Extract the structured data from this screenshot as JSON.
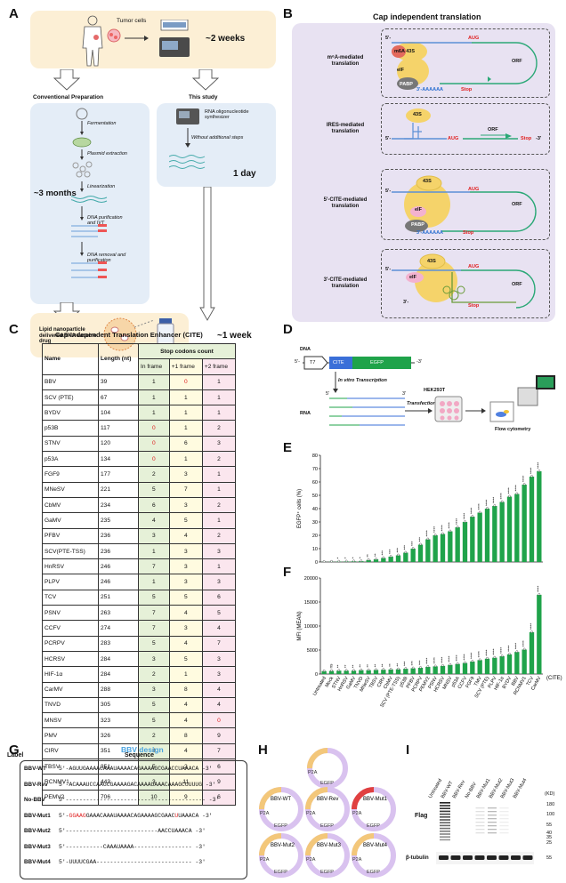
{
  "panel_labels": {
    "A": "A",
    "B": "B",
    "C": "C",
    "D": "D",
    "E": "E",
    "F": "F",
    "G": "G",
    "H": "H",
    "I": "I"
  },
  "panelA": {
    "tumor_cells": "Tumor cells",
    "two_weeks": "~2 weeks",
    "conventional": "Conventional Preparation",
    "this_study": "This study",
    "steps": [
      "Fermentation",
      "Plasmid extraction",
      "Linearization",
      "DNA purification and IVT",
      "DNA removal and purification"
    ],
    "three_months": "~3 months",
    "synth": "RNA oligonucleotide synthesizer",
    "no_steps": "Without additional steps",
    "one_day": "1 day",
    "lnp": "Lipid nanoparticle delivered RNA vaccine drug",
    "one_week": "~1 week"
  },
  "panelB": {
    "title": "Cap independent translation",
    "rows": [
      {
        "label": "m⁶A-mediated translation",
        "m6a": "m6A 43S"
      },
      {
        "label": "IRES-mediated translation"
      },
      {
        "label": "5'-CITE-mediated translation"
      },
      {
        "label": "3'-CITE-mediated translation"
      }
    ],
    "tags": {
      "aug": "AUG",
      "stop": "Stop",
      "orf": "ORF",
      "s43": "43S",
      "eif": "eIF",
      "pabp": "PABP",
      "five": "5'-",
      "three_a": "3'-AAAAAA",
      "three": "3'-",
      "end3": "-3'"
    }
  },
  "panelC": {
    "title": "Cap-Independent Translation Enhancer (CITE)",
    "headers": {
      "name": "Name",
      "length": "Length (nt)",
      "stop": "Stop codons count",
      "in": "In frame",
      "p1": "+1 frame",
      "p2": "+2 frame"
    },
    "rows": [
      [
        "BBV",
        "39",
        "1",
        "0",
        "1"
      ],
      [
        "SCV (PTE)",
        "67",
        "1",
        "1",
        "1"
      ],
      [
        "BYDV",
        "104",
        "1",
        "1",
        "1"
      ],
      [
        "p53B",
        "117",
        "0",
        "1",
        "2"
      ],
      [
        "STNV",
        "120",
        "0",
        "6",
        "3"
      ],
      [
        "p53A",
        "134",
        "0",
        "1",
        "2"
      ],
      [
        "FGF9",
        "177",
        "2",
        "3",
        "1"
      ],
      [
        "MNeSV",
        "221",
        "5",
        "7",
        "1"
      ],
      [
        "CbMV",
        "234",
        "6",
        "3",
        "2"
      ],
      [
        "GaMV",
        "235",
        "4",
        "5",
        "1"
      ],
      [
        "PFBV",
        "236",
        "3",
        "4",
        "2"
      ],
      [
        "SCV(PTE-TSS)",
        "236",
        "1",
        "3",
        "3"
      ],
      [
        "HnRSV",
        "246",
        "7",
        "3",
        "1"
      ],
      [
        "PLPV",
        "246",
        "1",
        "3",
        "3"
      ],
      [
        "TCV",
        "251",
        "5",
        "5",
        "6"
      ],
      [
        "PSNV",
        "263",
        "7",
        "4",
        "5"
      ],
      [
        "CCFV",
        "274",
        "7",
        "3",
        "4"
      ],
      [
        "PCRPV",
        "283",
        "5",
        "4",
        "7"
      ],
      [
        "HCRSV",
        "284",
        "3",
        "5",
        "3"
      ],
      [
        "HIF-1α",
        "284",
        "2",
        "1",
        "3"
      ],
      [
        "CarMV",
        "288",
        "3",
        "8",
        "4"
      ],
      [
        "TNVD",
        "305",
        "5",
        "4",
        "4"
      ],
      [
        "MNSV",
        "323",
        "5",
        "4",
        "0"
      ],
      [
        "PMV",
        "326",
        "2",
        "8",
        "9"
      ],
      [
        "CIRV",
        "351",
        "8",
        "4",
        "7"
      ],
      [
        "TBSV",
        "351",
        "5",
        "2",
        "6"
      ],
      [
        "RCNMV1",
        "443",
        "3",
        "11",
        "9"
      ],
      [
        "PEMV2",
        "706",
        "10",
        "9",
        "6"
      ]
    ]
  },
  "panelD": {
    "dna": "DNA",
    "t7": "T7",
    "cite": "CITE",
    "egfp": "EGFP",
    "ivt": "In vitro Transcription",
    "rna": "RNA",
    "transfection": "Transfection",
    "hek": "HEK293T",
    "flow": "Flow cytometry",
    "five": "5'-",
    "three": "-3'",
    "five_rna": "5'",
    "three_rna": "3'"
  },
  "chart_data": [
    {
      "type": "bar",
      "ylabel": "EGFP⁺ cells (%)",
      "ylim": [
        0,
        80
      ],
      "yticks": [
        0,
        10,
        20,
        30,
        40,
        50,
        60,
        70,
        80
      ],
      "sig": [
        "",
        "",
        "*",
        "*",
        "*",
        "*",
        "**",
        "**",
        "***",
        "***",
        "***",
        "***",
        "***",
        "***",
        "****",
        "****",
        "****",
        "****",
        "****",
        "****",
        "****",
        "****",
        "****",
        "****",
        "****",
        "****",
        "****",
        "****",
        "****",
        "****"
      ],
      "values": [
        0.1,
        0.2,
        0.3,
        0.4,
        0.5,
        0.6,
        1.5,
        2,
        3,
        4,
        5,
        7,
        10,
        13,
        17,
        20,
        21,
        23,
        26,
        30,
        34,
        37,
        40,
        42,
        45,
        49,
        51,
        58,
        64,
        68
      ]
    },
    {
      "type": "bar",
      "ylabel": "MFI (MEAN)",
      "ylim": [
        0,
        20000
      ],
      "yticks": [
        0,
        5000,
        10000,
        15000,
        20000
      ],
      "categories": [
        "Untreated",
        "Mock",
        "STNV",
        "HnRSV",
        "GaMV",
        "TNVD",
        "MNeSV",
        "TBSV",
        "CIRV",
        "CbMV",
        "SCV (PTE-TSS)",
        "p53B",
        "PFBV",
        "PCRPV",
        "PEMV2",
        "PSNV",
        "HCRSV",
        "MNSV",
        "p53A",
        "CCFV",
        "FGF9",
        "TMV",
        "SCV (PTE)",
        "PLPV",
        "HIF-1α",
        "BYDV",
        "BBV",
        "RCNMV1",
        "TCV",
        "CarMV"
      ],
      "sig": [
        "",
        "ns",
        "**",
        "**",
        "**",
        "**",
        "**",
        "**",
        "**",
        "**",
        "**",
        "***",
        "***",
        "***",
        "****",
        "****",
        "****",
        "****",
        "****",
        "****",
        "****",
        "****",
        "****",
        "****",
        "****",
        "****",
        "****",
        "****",
        "****",
        "****"
      ],
      "values": [
        600,
        650,
        700,
        700,
        700,
        800,
        800,
        850,
        900,
        950,
        1000,
        1100,
        1200,
        1300,
        1500,
        1600,
        1700,
        1900,
        2100,
        2300,
        2600,
        2900,
        3200,
        3400,
        3700,
        4100,
        4600,
        5100,
        8700,
        16500
      ],
      "xlabel_suffix": "(CITE)"
    }
  ],
  "panelG": {
    "title": "BBV design",
    "label_h": "Label",
    "seq_h": "Sequence",
    "rows": [
      {
        "label": "BBV-WT",
        "parts": [
          "5'-AGUUGAAAACAAAUAAAACAGAAAAGCGAACCUAAACA -3'"
        ]
      },
      {
        "label": "BBV-Rev",
        "parts": [
          "5'-ACAAAUCCAAGCGAAAAGACAAAAUAAACAAAGCUUUUG -3'"
        ]
      },
      {
        "label": "No-BBV",
        "parts": [
          "5'----------------------------------------- -3'"
        ]
      },
      {
        "label": "BBV-Mut1",
        "parts": [
          "5'-",
          "GGAAG",
          "GAAACAAAUAAAACAGAAAAGCGAAC",
          "U",
          "UAAACA -3'"
        ]
      },
      {
        "label": "BBV-Mut2",
        "parts": [
          "5'---------------------------AACCUAAACA -3'"
        ]
      },
      {
        "label": "BBV-Mut3",
        "parts": [
          "5'-----------CAAAUAAAA----------------- -3'"
        ]
      },
      {
        "label": "BBV-Mut4",
        "parts": [
          "5'-UUUUCGAA---------------------------- -3'"
        ]
      }
    ]
  },
  "panelH": {
    "p2a": "P2A",
    "egfp": "EGFP",
    "plasmids": [
      "BBV-WT",
      "BBV-Rev",
      "BBV-Mut1",
      "BBV-Mut2",
      "BBV-Mut3",
      "BBV-Mut4"
    ]
  },
  "panelI": {
    "lanes": [
      "Untreated",
      "BBV-WT",
      "BBV-Rev",
      "No-BBV",
      "BBV-Mut1",
      "BBV-Mut2",
      "BBV-Mut3",
      "BBV-Mut4"
    ],
    "kd": "(KD)",
    "markers": [
      "180",
      "100",
      "55",
      "40",
      "35",
      "25"
    ],
    "flag": "Flag",
    "tubulin": "β-tubulin",
    "tub_kd": "55"
  }
}
